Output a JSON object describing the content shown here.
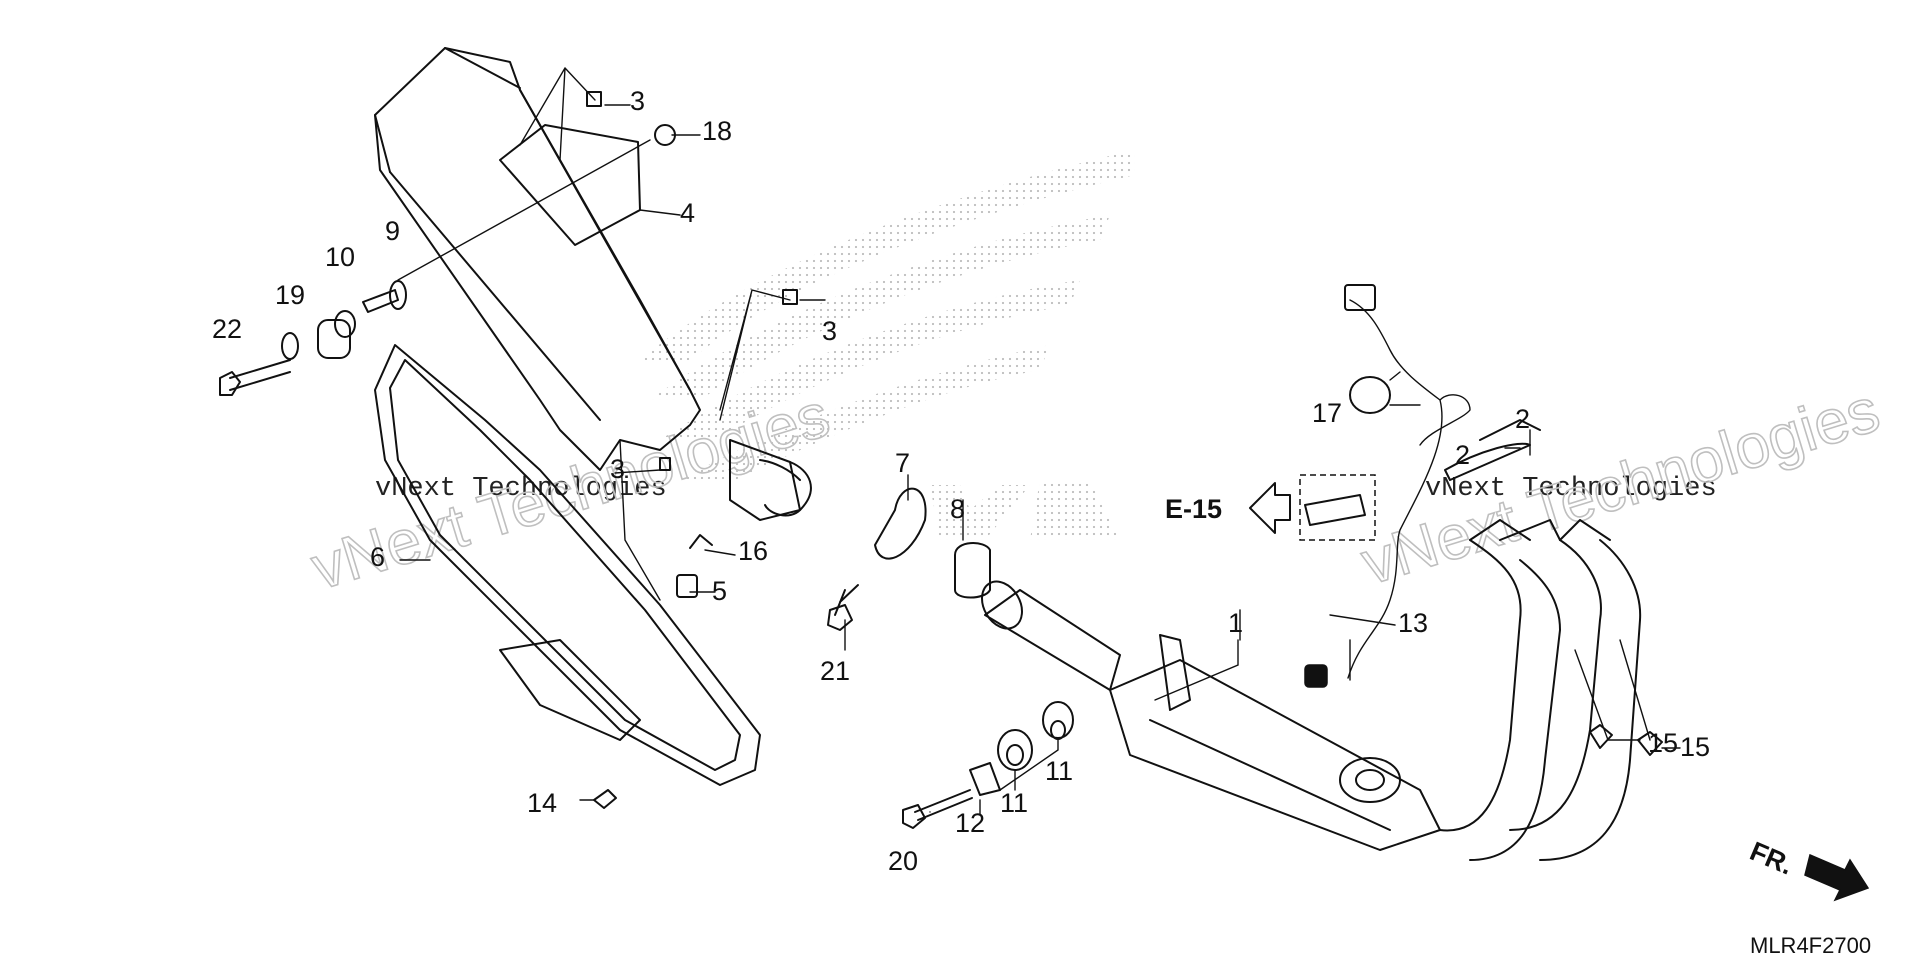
{
  "diagram": {
    "code": "MLR4F2700",
    "reference": "E-15",
    "direction": "FR.",
    "watermark": "vNext Technologies",
    "callouts": [
      "1",
      "2",
      "2",
      "3",
      "3",
      "3",
      "4",
      "5",
      "6",
      "7",
      "8",
      "9",
      "10",
      "11",
      "11",
      "12",
      "13",
      "14",
      "15",
      "15",
      "16",
      "17",
      "18",
      "19",
      "20",
      "21",
      "22"
    ]
  },
  "colors": {
    "ink": "#111111",
    "paper": "#ffffff",
    "watermark": "#c8c8c8",
    "dots": "#bdbdbd"
  }
}
